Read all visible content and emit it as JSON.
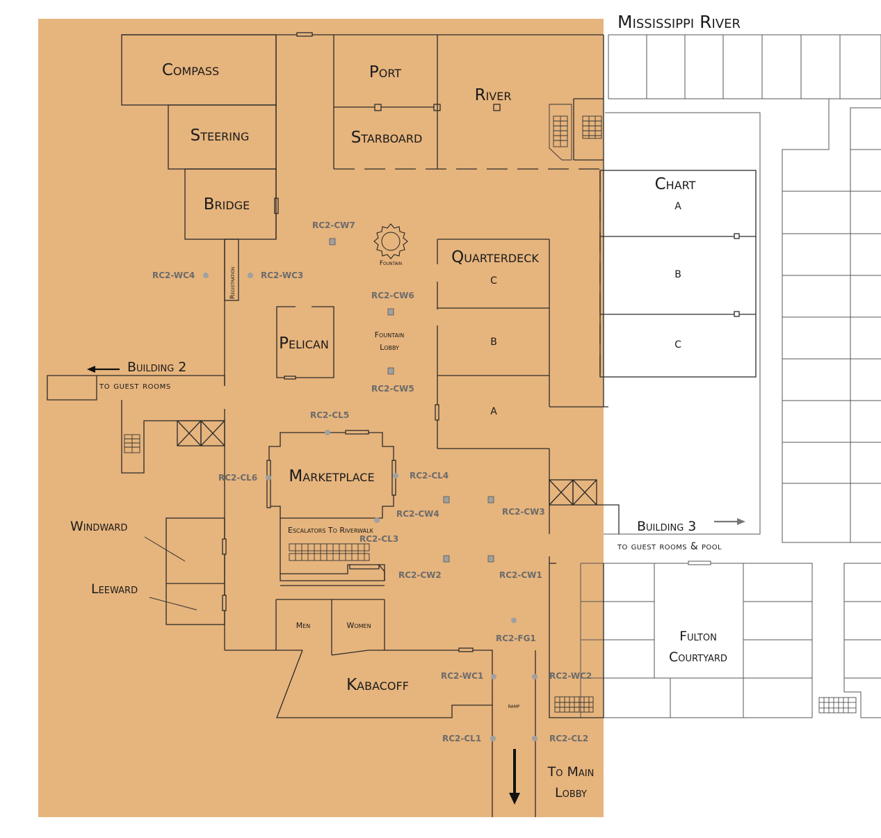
{
  "colors": {
    "floor": "#e6b47d",
    "wall": "#2a2a2a",
    "marker": "#a0a0a0",
    "arrow_grey": "#777777"
  },
  "labels": {
    "river_name": "Mississippi River",
    "compass": "Compass",
    "port": "Port",
    "river": "River",
    "steering": "Steering",
    "starboard": "Starboard",
    "bridge": "Bridge",
    "chart": "Chart",
    "chart_a": "A",
    "chart_b": "B",
    "chart_c": "C",
    "quarterdeck": "Quarterdeck",
    "qd_c": "C",
    "qd_b": "B",
    "qd_a": "A",
    "fountain": "Fountain",
    "fountain_lobby_1": "Fountain",
    "fountain_lobby_2": "Lobby",
    "registration": "Registration",
    "pelican": "Pelican",
    "building2": "Building 2",
    "building2_sub": "to guest rooms",
    "marketplace": "Marketplace",
    "escalators": "Escalators To Riverwalk",
    "windward": "Windward",
    "leeward": "Leeward",
    "men": "Men",
    "women": "Women",
    "kabacoff": "Kabacoff",
    "ramp": "ramp",
    "to_main_1": "To Main",
    "to_main_2": "Lobby",
    "building3": "Building 3",
    "building3_sub": "to guest rooms & pool",
    "fulton_1": "Fulton",
    "fulton_2": "Courtyard"
  },
  "markers": {
    "cw7": "RC2-CW7",
    "wc4": "RC2-WC4",
    "wc3": "RC2-WC3",
    "cw6": "RC2-CW6",
    "cw5": "RC2-CW5",
    "cl5": "RC2-CL5",
    "cl6": "RC2-CL6",
    "cl4": "RC2-CL4",
    "cw4": "RC2-CW4",
    "cw3": "RC2-CW3",
    "cl3": "RC2-CL3",
    "cw2": "RC2-CW2",
    "cw1": "RC2-CW1",
    "fg1": "RC2-FG1",
    "wc1": "RC2-WC1",
    "wc2": "RC2-WC2",
    "cl1": "RC2-CL1",
    "cl2": "RC2-CL2"
  }
}
